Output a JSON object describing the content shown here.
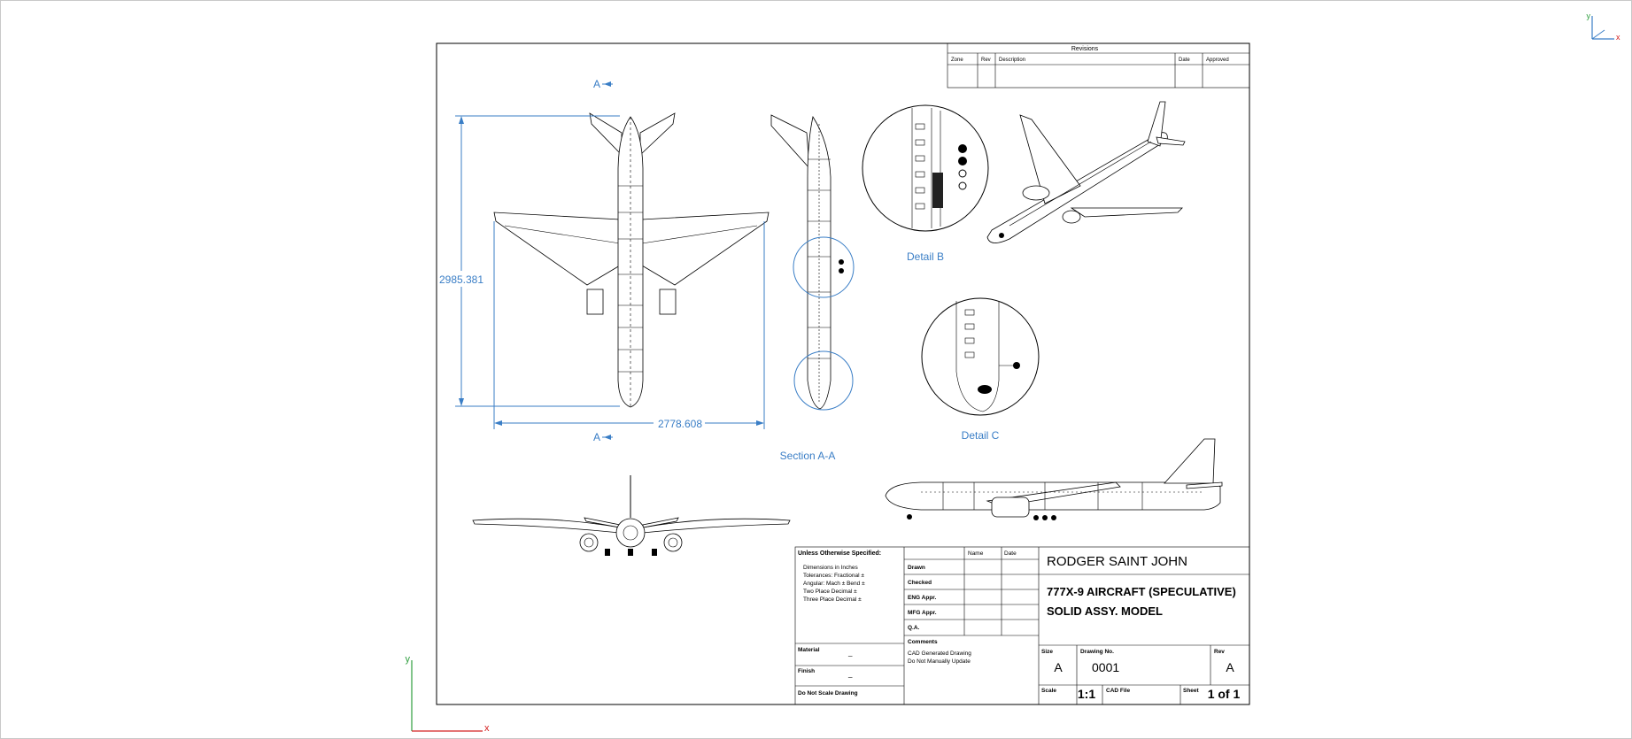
{
  "revisions": {
    "title": "Revisions",
    "headers": [
      "Zone",
      "Rev",
      "Description",
      "Date",
      "Approved"
    ]
  },
  "dimensions": {
    "height": "2985.381",
    "width": "2778.608",
    "section_marker": "A"
  },
  "views": {
    "section_label": "Section A-A",
    "detail_b": "Detail B",
    "detail_c": "Detail C"
  },
  "title_block": {
    "unless_title": "Unless Otherwise Specified:",
    "tolerance_lines": [
      "Dimensions in Inches",
      "Tolerances: Fractional  ±",
      "Angular: Mach ±   Bend  ±",
      "Two Place Decimal      ±",
      "Three Place Decimal     ±"
    ],
    "material_label": "Material",
    "material_value": "_",
    "finish_label": "Finish",
    "finish_value": "_",
    "do_not_scale": "Do Not Scale Drawing",
    "col_name": "Name",
    "col_date": "Date",
    "rows": [
      "Drawn",
      "Checked",
      "ENG Appr.",
      "MFG Appr.",
      "Q.A."
    ],
    "comments_label": "Comments",
    "comments_lines": [
      "CAD Generated Drawing",
      "Do Not Manually Update"
    ],
    "company": "RODGER SAINT JOHN",
    "title_line1": "777X-9 AIRCRAFT (SPECULATIVE)",
    "title_line2": "SOLID ASSY. MODEL",
    "size_label": "Size",
    "size_value": "A",
    "drawing_no_label": "Drawing No.",
    "drawing_no_value": "0001",
    "rev_label": "Rev",
    "rev_value": "A",
    "scale_label": "Scale",
    "scale_value": "1:1",
    "cad_file_label": "CAD File",
    "sheet_label": "Sheet",
    "sheet_value": "1 of 1"
  },
  "triads": {
    "y_label": "y",
    "x_label": "x"
  },
  "colors": {
    "dimension_blue": "#3a7ec6",
    "axis_green": "#2e9e3e",
    "axis_red": "#d42020"
  }
}
